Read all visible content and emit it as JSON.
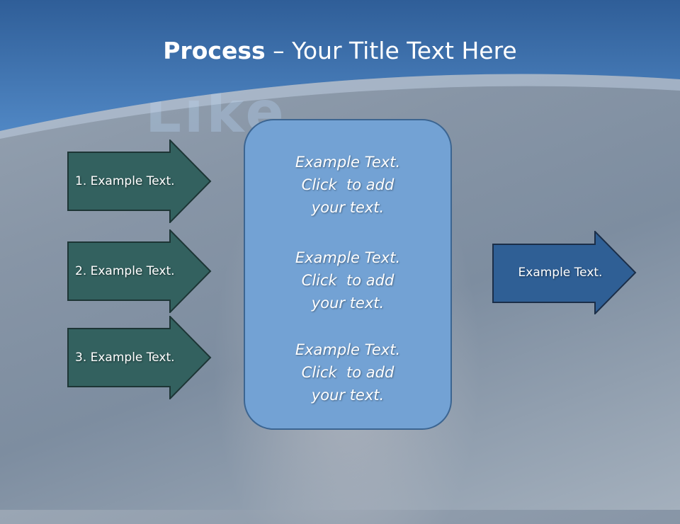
{
  "title": {
    "bold": "Process",
    "rest": " – Your Title Text Here"
  },
  "background_text": "Like",
  "left_arrows": [
    {
      "label": "1. Example Text."
    },
    {
      "label": "2. Example Text."
    },
    {
      "label": "3. Example Text."
    }
  ],
  "center_blocks": [
    {
      "line1": "Example Text.",
      "line2": "Click  to add",
      "line3": "your text."
    },
    {
      "line1": "Example Text.",
      "line2": "Click  to add",
      "line3": "your text."
    },
    {
      "line1": "Example Text.",
      "line2": "Click  to add",
      "line3": "your text."
    }
  ],
  "right_arrow": {
    "label": "Example Text."
  },
  "colors": {
    "left_arrow": "#33615f",
    "right_arrow": "#2f5f95",
    "center_box": "#73a2d4",
    "banner": "#3f74b0"
  }
}
